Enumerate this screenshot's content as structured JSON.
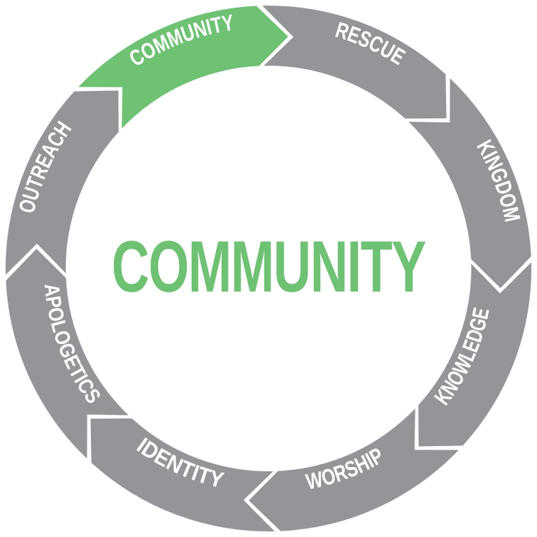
{
  "diagram": {
    "center_title": "COMMUNITY",
    "center_color": "#6fc174",
    "colors": {
      "active": "#6fc174",
      "inactive": "#939598",
      "background": "#ffffff",
      "label": "#ffffff"
    },
    "active_segment": "COMMUNITY",
    "segments": [
      {
        "label": "COMMUNITY",
        "active": true
      },
      {
        "label": "RESCUE",
        "active": false
      },
      {
        "label": "KINGDOM",
        "active": false
      },
      {
        "label": "KNOWLEDGE",
        "active": false
      },
      {
        "label": "WORSHIP",
        "active": false
      },
      {
        "label": "IDENTITY",
        "active": false
      },
      {
        "label": "APOLOGETICS",
        "active": false
      },
      {
        "label": "OUTREACH",
        "active": false
      }
    ]
  }
}
